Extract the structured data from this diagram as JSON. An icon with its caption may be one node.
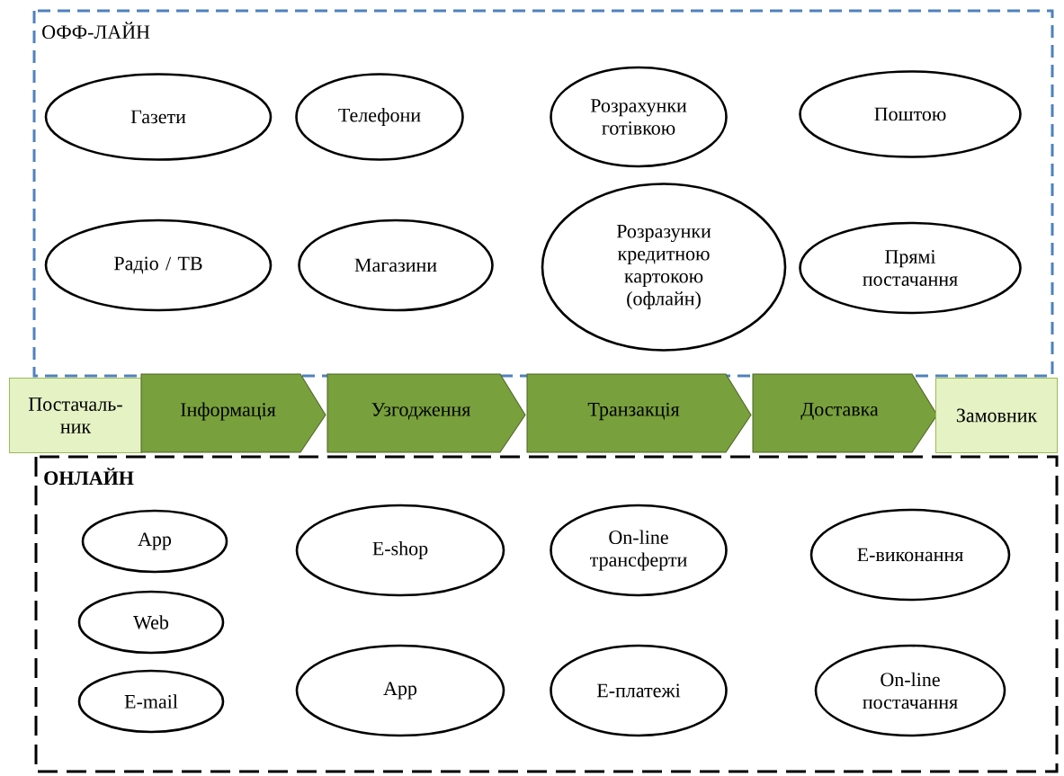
{
  "diagram": {
    "nodes": [
      {
        "text": [
          "ОФФ-ЛАЙН"
        ]
      },
      {
        "text": [
          "Газети"
        ],
        "in": 0
      },
      {
        "text": [
          "Телефони"
        ],
        "in": 0
      },
      {
        "text": [
          "Розрахунки готівкою"
        ],
        "in": 0
      },
      {
        "text": [
          "Поштою"
        ],
        "in": 0
      },
      {
        "text": [
          "Радіо / ТВ"
        ],
        "in": 0
      },
      {
        "text": [
          "Магазини"
        ],
        "in": 0
      },
      {
        "text": [
          "Розразунки кредитною картокою (офлайн)"
        ],
        "in": 0
      },
      {
        "text": [
          "Прямі постачання"
        ],
        "in": 0
      },
      {
        "text": [
          "Постачаль- ник"
        ]
      },
      {
        "text": [
          "Інформація"
        ]
      },
      {
        "text": [
          "Узгодження"
        ]
      },
      {
        "text": [
          "Транзакція"
        ]
      },
      {
        "text": [
          "Доставка"
        ]
      },
      {
        "text": [
          "Замовник"
        ]
      },
      {
        "text": [
          "ОНЛАЙН"
        ]
      },
      {
        "text": [
          "App"
        ],
        "in": 15
      },
      {
        "text": [
          "E-shop"
        ],
        "in": 15
      },
      {
        "text": [
          "On-line трансферти"
        ],
        "in": 15
      },
      {
        "text": [
          "E-виконання"
        ],
        "in": 15
      },
      {
        "text": [
          "Web"
        ],
        "in": 15
      },
      {
        "text": [
          "App"
        ],
        "in": 15
      },
      {
        "text": [
          "E-платежі"
        ],
        "in": 15
      },
      {
        "text": [
          "E-mail"
        ],
        "in": 15
      },
      {
        "text": [
          "On-line постачання"
        ],
        "in": 15
      }
    ]
  }
}
